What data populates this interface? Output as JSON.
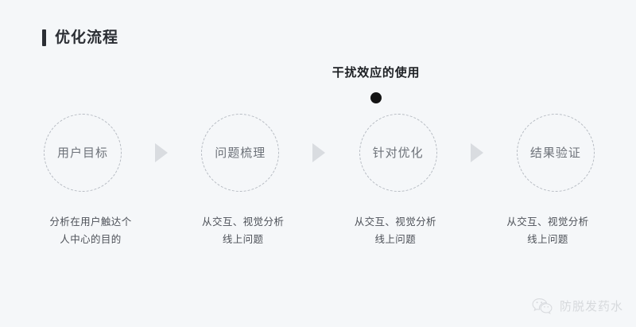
{
  "page": {
    "background_color": "#f5f7f9"
  },
  "header": {
    "title": "优化流程",
    "accent_color": "#2b2e34"
  },
  "callout": {
    "label": "干扰效应的使用",
    "dot_color": "#141414",
    "attached_to_step_index": 2
  },
  "flow": {
    "circle_border_color": "#b6bbc2",
    "circle_text_color": "#6d7279",
    "arrow_color": "#d9dce0",
    "steps": [
      {
        "label": "用户目标",
        "caption_line1": "分析在用户触达个",
        "caption_line2": "人中心的目的"
      },
      {
        "label": "问题梳理",
        "caption_line1": "从交互、视觉分析",
        "caption_line2": "线上问题"
      },
      {
        "label": "针对优化",
        "caption_line1": "从交互、视觉分析",
        "caption_line2": "线上问题"
      },
      {
        "label": "结果验证",
        "caption_line1": "从交互、视觉分析",
        "caption_line2": "线上问题"
      }
    ]
  },
  "watermark": {
    "icon": "wechat-icon",
    "text": "防脱发药水",
    "color": "#b9bcc1"
  }
}
